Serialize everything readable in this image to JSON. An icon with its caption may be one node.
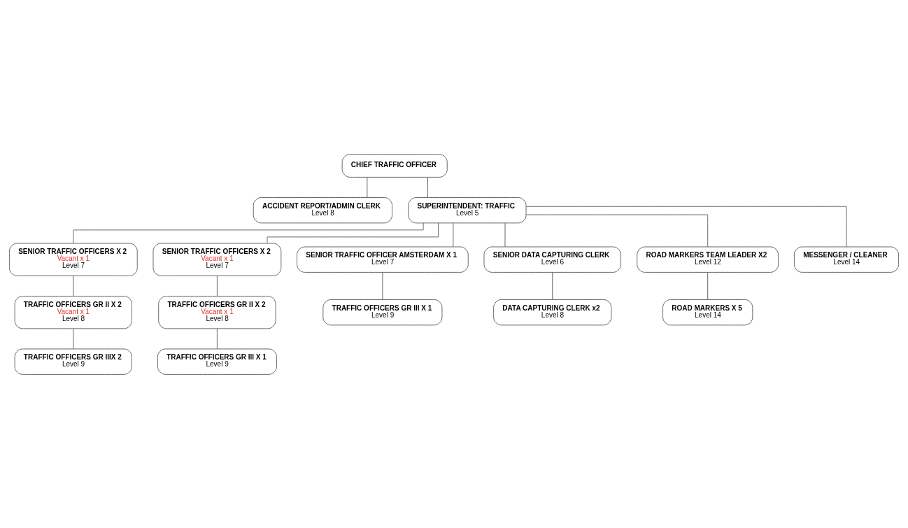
{
  "diagram": {
    "nodes": [
      {
        "text": [
          "CHIEF TRAFFIC OFFICER"
        ]
      },
      {
        "text": [
          "ACCIDENT REPORT/ADMIN CLERK",
          "Level 8"
        ]
      },
      {
        "text": [
          "SUPERINTENDENT: TRAFFIC",
          "Level 5"
        ]
      },
      {
        "text": [
          "SENIOR TRAFFIC OFFICERS X 2",
          "Vacant x 1",
          "Level 7"
        ]
      },
      {
        "text": [
          "SENIOR TRAFFIC OFFICERS X 2",
          "Vacant x 1",
          "Level 7"
        ]
      },
      {
        "text": [
          "SENIOR TRAFFIC OFFICER AMSTERDAM X 1",
          "Level 7"
        ]
      },
      {
        "text": [
          "SENIOR DATA CAPTURING CLERK",
          "Level 6"
        ]
      },
      {
        "text": [
          "TRAFFIC OFFICERS GR II X 2",
          "Vacant x 1",
          "Level 8"
        ]
      },
      {
        "text": [
          "TRAFFIC OFFICERS GR II X 2",
          "Vacant x 1",
          "Level 8"
        ]
      },
      {
        "text": [
          "DATA CAPTURING CLERK x2",
          "Level 8"
        ]
      },
      {
        "text": [
          "TRAFFIC OFFICERS GR IIIX 2",
          "Level 9"
        ]
      },
      {
        "text": [
          "TRAFFIC OFFICERS GR III X 1",
          "Level 9"
        ]
      },
      {
        "text": [
          "TRAFFIC OFFICERS GR III X 1",
          "Level 9"
        ]
      },
      {
        "text": [
          "ROAD MARKERS TEAM LEADER X2",
          "Level 12"
        ]
      },
      {
        "text": [
          "MESSENGER / CLEANER",
          "Level 14"
        ]
      },
      {
        "text": [
          "ROAD MARKERS X 5",
          "Level 14"
        ]
      }
    ],
    "edges": [
      {
        "from": 0,
        "to": 2,
        "arrow": "none"
      },
      {
        "from": 0,
        "to": 1,
        "arrow": "none"
      },
      {
        "from": 2,
        "to": 3,
        "arrow": "none"
      },
      {
        "from": 2,
        "to": 14,
        "arrow": "none"
      },
      {
        "from": 2,
        "to": 4,
        "arrow": "none"
      },
      {
        "from": 2,
        "to": 5,
        "arrow": "none"
      },
      {
        "from": 2,
        "to": 6,
        "arrow": "none"
      },
      {
        "from": 2,
        "to": 13,
        "arrow": "none"
      },
      {
        "from": 3,
        "to": 7,
        "arrow": "none"
      },
      {
        "from": 7,
        "to": 10,
        "arrow": "none"
      },
      {
        "from": 4,
        "to": 8,
        "arrow": "none"
      },
      {
        "from": 8,
        "to": 11,
        "arrow": "none"
      },
      {
        "from": 5,
        "to": 12,
        "arrow": "none"
      },
      {
        "from": 6,
        "to": 9,
        "arrow": "none"
      },
      {
        "from": 13,
        "to": 15,
        "arrow": "none"
      }
    ]
  }
}
